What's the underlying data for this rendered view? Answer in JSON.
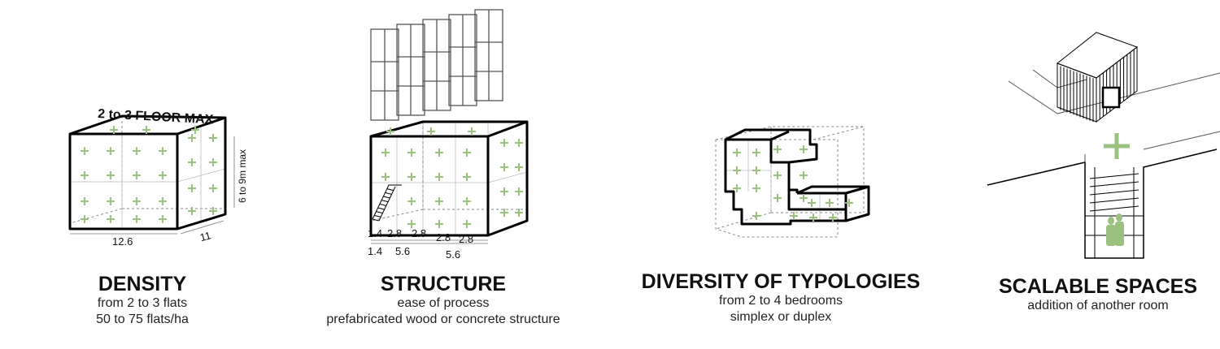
{
  "accent_color": "#9bc17e",
  "panels": [
    {
      "id": "density",
      "title": "DENSITY",
      "lines": [
        "from 2 to 3 flats",
        "50 to 75 flats/ha"
      ],
      "labels": {
        "top": "2 to 3 FLOOR MAX",
        "height": "6 to 9m max",
        "width": "12.6",
        "depth": "11"
      }
    },
    {
      "id": "structure",
      "title": "STRUCTURE",
      "lines": [
        "ease of process",
        "prefabricated wood or concrete structure"
      ],
      "dims_row1": [
        "1.4",
        "2.8",
        "2.8",
        "2.8",
        "2.8"
      ],
      "dims_row2": [
        "1.4",
        "5.6",
        "5.6"
      ]
    },
    {
      "id": "typologies",
      "title": "DIVERSITY OF TYPOLOGIES",
      "lines": [
        "from 2 to 4 bedrooms",
        "simplex or duplex"
      ]
    },
    {
      "id": "scalable",
      "title": "SCALABLE SPACES",
      "lines": [
        "addition of another room"
      ]
    }
  ]
}
